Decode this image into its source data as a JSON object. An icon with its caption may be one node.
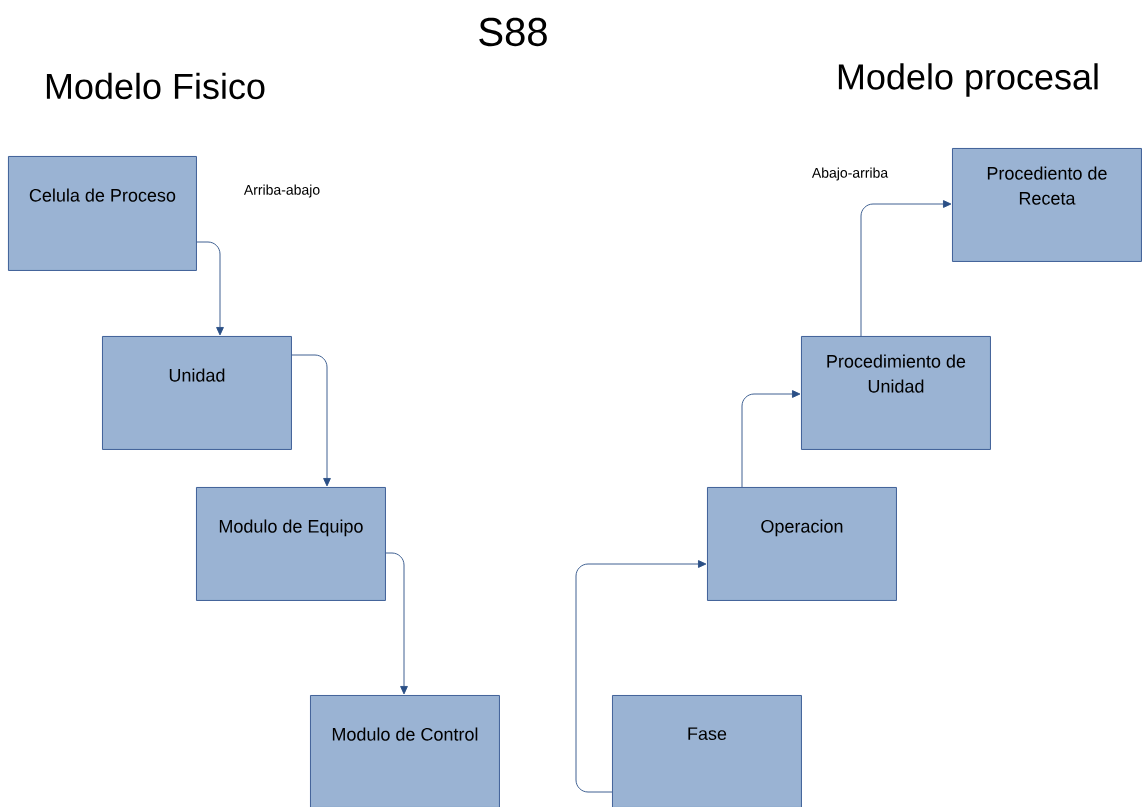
{
  "diagram": {
    "title": "S88",
    "nodes": [
      {
        "text": [
          "Celula de Proceso"
        ]
      },
      {
        "text": [
          "Unidad"
        ]
      },
      {
        "text": [
          "Modulo de Equipo"
        ]
      },
      {
        "text": [
          "Modulo de Control"
        ]
      },
      {
        "text": [
          "Procediento de Receta"
        ]
      },
      {
        "text": [
          "Procedimiento de Unidad"
        ]
      },
      {
        "text": [
          "Operacion"
        ]
      },
      {
        "text": [
          "Fase"
        ]
      }
    ],
    "edges": [
      {
        "from": 0,
        "to": 1,
        "arrow": "to"
      },
      {
        "from": 1,
        "to": 2,
        "arrow": "to"
      },
      {
        "from": 2,
        "to": 3,
        "arrow": "to"
      },
      {
        "from": 7,
        "to": 6,
        "arrow": "to"
      },
      {
        "from": 6,
        "to": 5,
        "arrow": "to"
      },
      {
        "from": 5,
        "to": 4,
        "arrow": "to"
      }
    ],
    "labels": [
      "Modelo Fisico",
      "Modelo procesal",
      "Arriba-abajo",
      "Abajo-arriba"
    ]
  }
}
